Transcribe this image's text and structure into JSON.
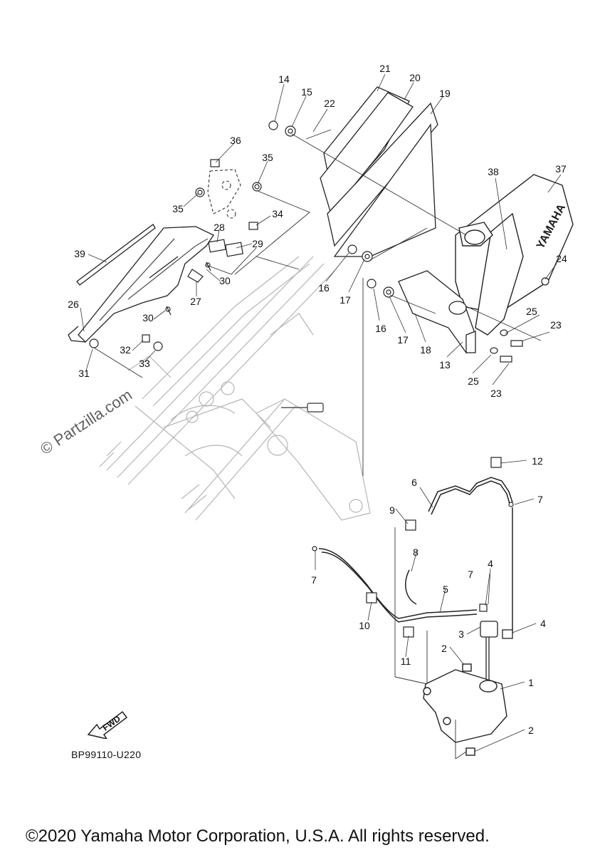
{
  "diagram_code": "BP99110-U220",
  "fwd_label": "FWD",
  "watermark": "© Partzilla.com",
  "copyright": "©2020 Yamaha Motor Corporation, U.S.A. All rights reserved.",
  "brand_mark": "YAMAHA",
  "callouts": {
    "c1": "1",
    "c2a": "2",
    "c2b": "2",
    "c3": "3",
    "c4a": "4",
    "c4b": "4",
    "c5": "5",
    "c6": "6",
    "c7a": "7",
    "c7b": "7",
    "c7c": "7",
    "c8": "8",
    "c9": "9",
    "c10": "10",
    "c11": "11",
    "c12": "12",
    "c13": "13",
    "c14": "14",
    "c15": "15",
    "c16a": "16",
    "c16b": "16",
    "c17a": "17",
    "c17b": "17",
    "c18": "18",
    "c19": "19",
    "c20": "20",
    "c21": "21",
    "c22": "22",
    "c23a": "23",
    "c23b": "23",
    "c24": "24",
    "c25a": "25",
    "c25b": "25",
    "c26": "26",
    "c27": "27",
    "c28": "28",
    "c29": "29",
    "c30a": "30",
    "c30b": "30",
    "c31": "31",
    "c32": "32",
    "c33": "33",
    "c34": "34",
    "c35a": "35",
    "c35b": "35",
    "c36": "36",
    "c37": "37",
    "c38": "38",
    "c39": "39"
  }
}
